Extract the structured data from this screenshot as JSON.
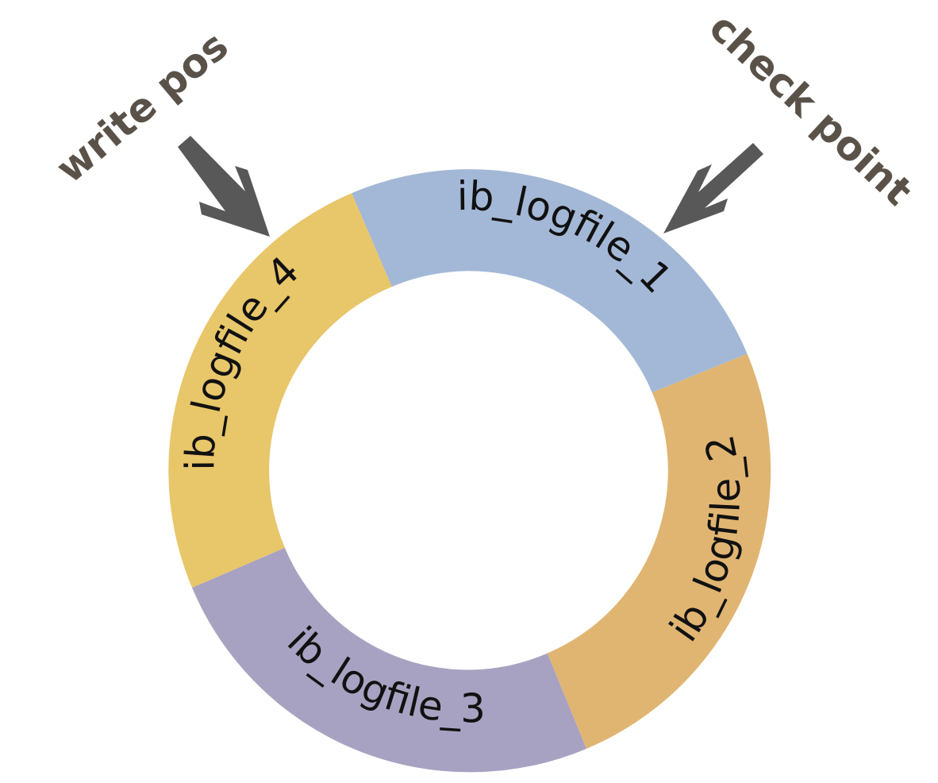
{
  "segments": [
    {
      "id": "log1",
      "label": "ib_logfile_1",
      "color": "#a3b8d6"
    },
    {
      "id": "log2",
      "label": "ib_logfile_2",
      "color": "#e0b572"
    },
    {
      "id": "log3",
      "label": "ib_logfile_3",
      "color": "#a8a2c2"
    },
    {
      "id": "log4",
      "label": "ib_logfile_4",
      "color": "#e8c66a"
    }
  ],
  "pointers": {
    "write_pos": {
      "label": "write pos",
      "color": "#5a5249",
      "arrow_color": "#585858"
    },
    "check_point": {
      "label": "check point",
      "color": "#5a5249",
      "arrow_color": "#585858"
    }
  }
}
